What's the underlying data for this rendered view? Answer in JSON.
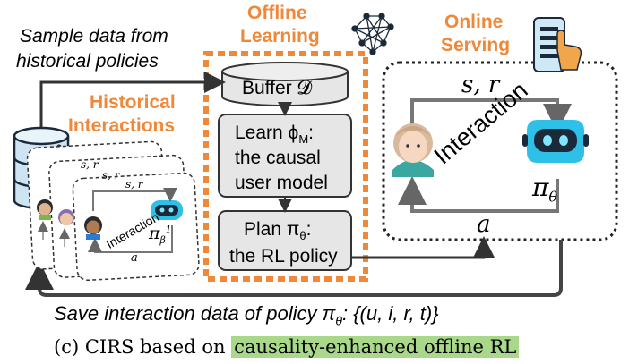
{
  "top_left_caption": {
    "line1": "Sample data from",
    "line2": "historical policies"
  },
  "offline_title": {
    "line1": "Offline",
    "line2": "Learning"
  },
  "online_title": {
    "line1": "Online",
    "line2": "Serving"
  },
  "historical_title": {
    "line1": "Historical",
    "line2": "Interactions"
  },
  "buffer_label": "Buffer 𝓓",
  "learn_box": {
    "line1": "Learn ϕ",
    "sub": "M",
    "colon": ":",
    "line2": "the causal",
    "line3": "user model"
  },
  "plan_box": {
    "line1": "Plan π",
    "sub": "θ",
    "colon": ":",
    "line2": "the RL policy"
  },
  "online_loop": {
    "state_reward": "s, r",
    "action": "a",
    "interaction": "Interaction",
    "policy": "π",
    "policy_sub": "θ"
  },
  "hist_cards": {
    "sr_labels": [
      "s, r",
      "s, r",
      "s, r"
    ],
    "interaction": "Interaction",
    "policy": "π",
    "policy_sub": "β",
    "policy_sup": "1",
    "action": "a"
  },
  "bottom_caption": "Save interaction data of policy π",
  "bottom_caption_sub": "θ",
  "bottom_caption_rest": ": {(u, i, r, t)}",
  "figure_caption": {
    "prefix": "(c) CIRS based on ",
    "highlight": "causality-enhanced offline RL"
  },
  "colors": {
    "orange": "#f0883a",
    "box_fill": "#e6e6e6",
    "dark": "#333333",
    "robot_cyan": "#2fc0e8",
    "highlight": "#a9d88b"
  }
}
